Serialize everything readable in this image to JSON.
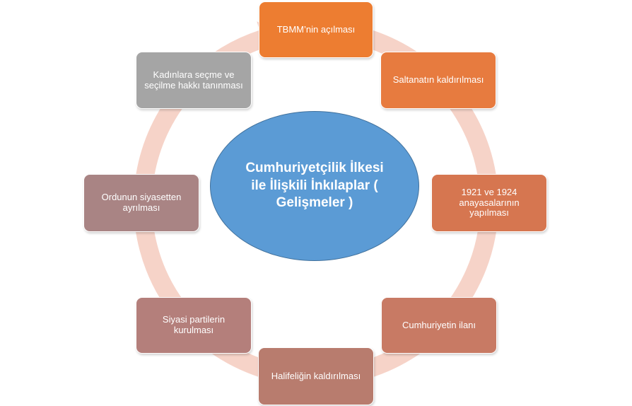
{
  "center": {
    "label": "Cumhuriyetçilik İlkesi ile İlişkili İnkılaplar ( Gelişmeler )",
    "color": "#5b9bd5"
  },
  "nodes": [
    {
      "label": "TBMM’nin açılması",
      "color": "#ed7d31"
    },
    {
      "label": "Saltanatın kaldırılması",
      "color": "#e77b3f"
    },
    {
      "label": "1921 ve 1924 anayasalarının yapılması",
      "color": "#d67650"
    },
    {
      "label": "Cumhuriyetin ilanı",
      "color": "#c87a64"
    },
    {
      "label": "Halifeliğin kaldırılması",
      "color": "#b87c6e"
    },
    {
      "label": "Siyasi partilerin kurulması",
      "color": "#b47f7b"
    },
    {
      "label": "Ordunun siyasetten ayrılması",
      "color": "#a98484"
    },
    {
      "label": "Kadınlara seçme ve seçilme hakkı tanınması",
      "color": "#a5a5a5"
    }
  ],
  "ring": {
    "color": "#f6d3c8"
  }
}
